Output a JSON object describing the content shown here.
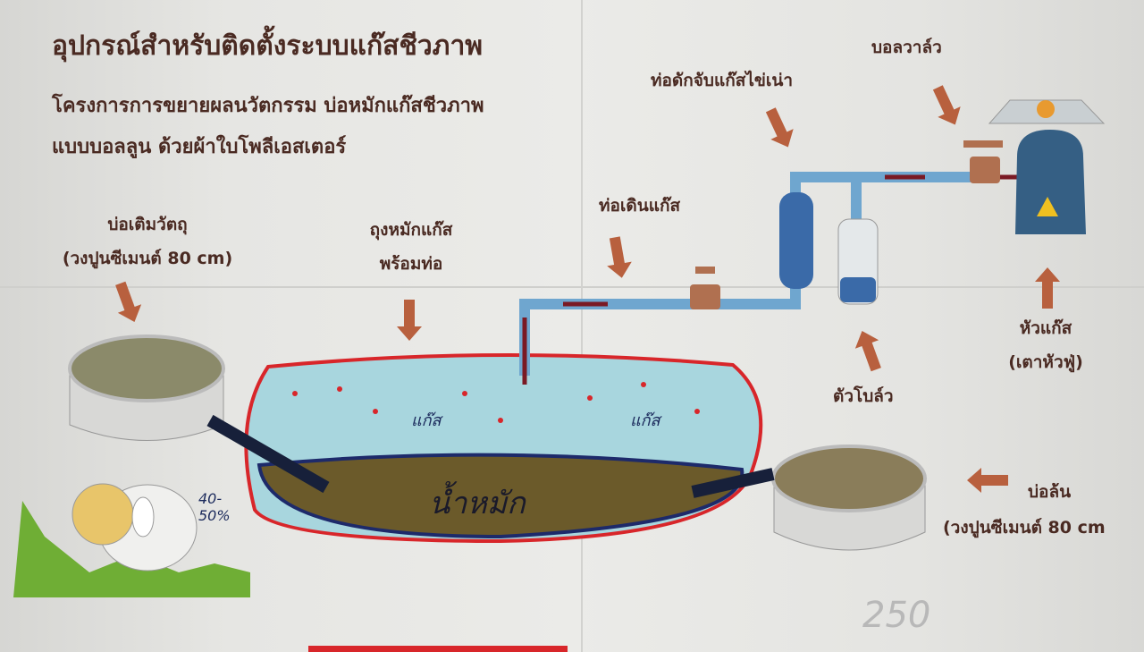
{
  "title": "อุปกรณ์สำหรับติดตั้งระบบแก๊สชีวภาพ",
  "subtitle_lines": [
    "โครงการการขยายผลนวัตกรรม บ่อหมักแก๊สชีวภาพ",
    "แบบบอลลูน ด้วยผ้าใบโพลีเอสเตอร์"
  ],
  "labels": {
    "inlet_tank": [
      "บ่อเติมวัตถุ",
      "(วงปูนซีเมนต์ 80 cm)"
    ],
    "digester_bag": [
      "ถุงหมักแก๊ส",
      "พร้อมท่อ"
    ],
    "gas_pipe": "ท่อเดินแก๊ส",
    "h2s_filter": "ท่อดักจับแก๊สไข่เน่า",
    "ball_valve": "บอลวาล์ว",
    "stove": [
      "หัวแก๊ส",
      "(เตาหัวฟู่)"
    ],
    "blower": "ตัวโบล์ว",
    "outlet_tank": [
      "บ่อล้น",
      "(วงปูนซีเมนต์ 80 cm"
    ]
  },
  "handwritten": {
    "gas_left": "แก๊ส",
    "gas_right": "แก๊ส",
    "slurry": "น้ำหมัก",
    "ratio": "40-50%",
    "number": "250"
  },
  "colors": {
    "arrow": "#b8603e",
    "pipe": "#6fa6cf",
    "bag_outline": "#d8262a",
    "slurry": "#6b5a2a",
    "text": "#4a2a22"
  }
}
